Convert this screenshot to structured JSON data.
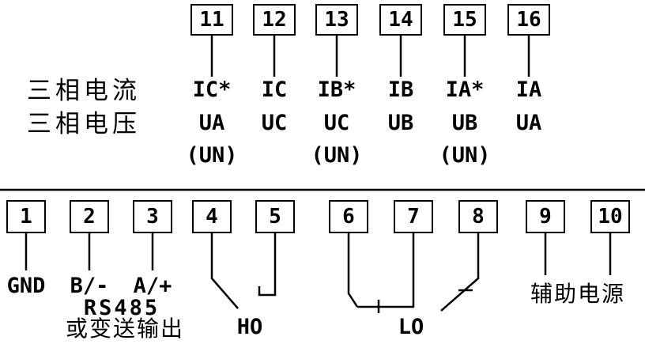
{
  "colors": {
    "background": "#ffffff",
    "line": "#000000",
    "text": "#000000"
  },
  "top_section": {
    "row_labels": {
      "current": "三相电流",
      "voltage": "三相电压"
    },
    "terminals": [
      {
        "number": "11",
        "current": "IC*",
        "voltage": "UA",
        "neutral": "(UN)"
      },
      {
        "number": "12",
        "current": "IC",
        "voltage": "UC",
        "neutral": ""
      },
      {
        "number": "13",
        "current": "IB*",
        "voltage": "UC",
        "neutral": "(UN)"
      },
      {
        "number": "14",
        "current": "IB",
        "voltage": "UB",
        "neutral": ""
      },
      {
        "number": "15",
        "current": "IA*",
        "voltage": "UB",
        "neutral": "(UN)"
      },
      {
        "number": "16",
        "current": "IA",
        "voltage": "UA",
        "neutral": ""
      }
    ]
  },
  "bottom_section": {
    "terminals": [
      "1",
      "2",
      "3",
      "4",
      "5",
      "6",
      "7",
      "8",
      "9",
      "10"
    ],
    "labels": {
      "gnd": "GND",
      "rs485_b": "B/-",
      "rs485_a": "A/+",
      "rs485": "RS485",
      "rs485_alt": "或变送输出",
      "ho": "HO",
      "lo": "LO",
      "aux_power": "辅助电源"
    }
  }
}
